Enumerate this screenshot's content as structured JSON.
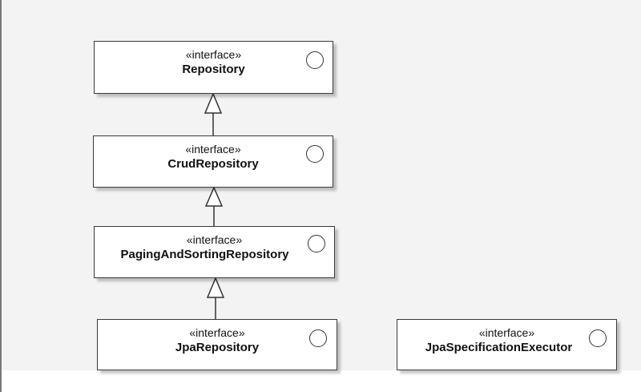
{
  "diagram": {
    "nodes": [
      {
        "id": "repository",
        "stereotype": "«interface»",
        "name": "Repository"
      },
      {
        "id": "crud",
        "stereotype": "«interface»",
        "name": "CrudRepository"
      },
      {
        "id": "paging",
        "stereotype": "«interface»",
        "name": "PagingAndSortingRepository"
      },
      {
        "id": "jpa",
        "stereotype": "«interface»",
        "name": "JpaRepository"
      },
      {
        "id": "spec",
        "stereotype": "«interface»",
        "name": "JpaSpecificationExecutor"
      }
    ],
    "edges": [
      {
        "from": "crud",
        "to": "repository",
        "kind": "generalization"
      },
      {
        "from": "paging",
        "to": "crud",
        "kind": "generalization"
      },
      {
        "from": "jpa",
        "to": "paging",
        "kind": "generalization"
      }
    ]
  }
}
